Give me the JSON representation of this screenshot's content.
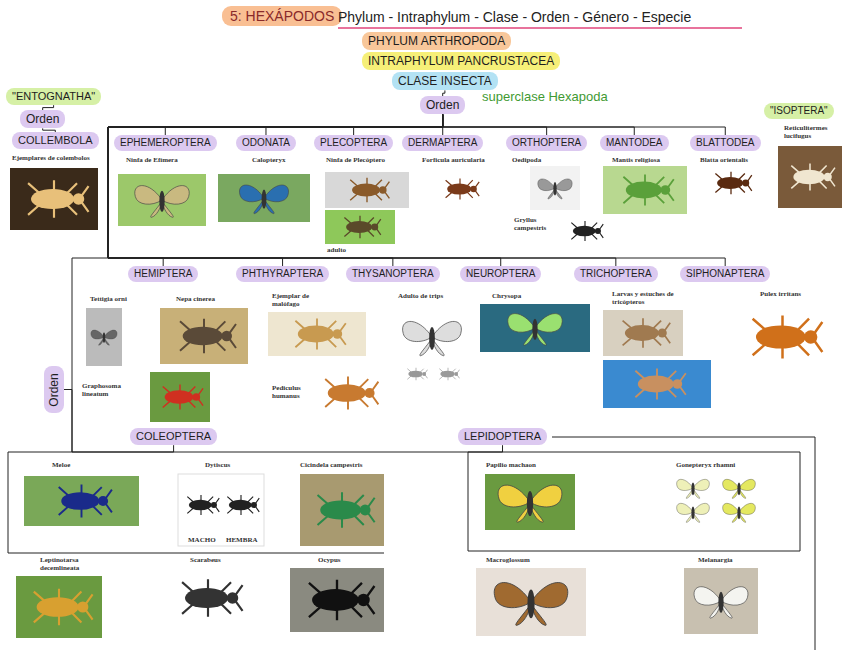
{
  "diagram": {
    "title": "5: HEXÁPODOS",
    "nodes": [
      {
        "text": [
          "PHYLUM ARTHROPODA"
        ]
      },
      {
        "text": [
          "INTRAPHYLUM PANCRUSTACEA"
        ]
      },
      {
        "text": [
          "CLASE INSECTA"
        ]
      },
      {
        "text": [
          "Orden"
        ]
      },
      {
        "text": [
          "\"ENTOGNATHA\""
        ]
      },
      {
        "text": [
          "Orden"
        ]
      },
      {
        "text": [
          "COLLEMBOLA"
        ]
      },
      {
        "text": [
          "EPHEMEROPTERA"
        ]
      },
      {
        "text": [
          "ODONATA"
        ]
      },
      {
        "text": [
          "PLECOPTERA"
        ]
      },
      {
        "text": [
          "DERMAPTERA"
        ]
      },
      {
        "text": [
          "ORTHOPTERA"
        ]
      },
      {
        "text": [
          "MANTODEA"
        ]
      },
      {
        "text": [
          "BLATTODEA"
        ]
      },
      {
        "text": [
          "\"ISOPTERA\""
        ]
      },
      {
        "text": [
          "HEMIPTERA"
        ]
      },
      {
        "text": [
          "PHTHYRAPTERA"
        ]
      },
      {
        "text": [
          "THYSANOPTERA"
        ]
      },
      {
        "text": [
          "NEUROPTERA"
        ]
      },
      {
        "text": [
          "TRICHOPTERA"
        ]
      },
      {
        "text": [
          "SIPHONAPTERA"
        ]
      },
      {
        "text": [
          "Orden"
        ]
      },
      {
        "text": [
          "COLEOPTERA"
        ]
      },
      {
        "text": [
          "LEPIDOPTERA"
        ]
      }
    ],
    "edges": [
      {
        "from": 2,
        "to": 3,
        "arrow": "none"
      },
      {
        "from": 3,
        "to": 7,
        "arrow": "none"
      },
      {
        "from": 3,
        "to": 8,
        "arrow": "none"
      },
      {
        "from": 3,
        "to": 9,
        "arrow": "none"
      },
      {
        "from": 3,
        "to": 10,
        "arrow": "none"
      },
      {
        "from": 3,
        "to": 11,
        "arrow": "none"
      },
      {
        "from": 3,
        "to": 12,
        "arrow": "none"
      },
      {
        "from": 3,
        "to": 13,
        "arrow": "none"
      },
      {
        "from": 3,
        "to": 15,
        "arrow": "none"
      },
      {
        "from": 3,
        "to": 16,
        "arrow": "none"
      },
      {
        "from": 3,
        "to": 17,
        "arrow": "none"
      },
      {
        "from": 3,
        "to": 18,
        "arrow": "none"
      },
      {
        "from": 3,
        "to": 19,
        "arrow": "none"
      },
      {
        "from": 3,
        "to": 20,
        "arrow": "none"
      },
      {
        "from": 3,
        "to": 21,
        "arrow": "none"
      },
      {
        "from": 21,
        "to": 22,
        "arrow": "none"
      },
      {
        "from": 21,
        "to": 23,
        "arrow": "none"
      },
      {
        "from": 4,
        "to": 5,
        "arrow": "none"
      },
      {
        "from": 5,
        "to": 6,
        "arrow": "none"
      }
    ],
    "labels": [
      "Phylum - Intraphylum - Clase - Orden - Género - Especie",
      "superclase Hexapoda",
      "Ejemplares de colembolos",
      "Ninfa de Efímera",
      "Calopteryx",
      "Ninfa de Plecóptero",
      "adulto",
      "Forficula auricularia",
      "Oedipoda",
      "Gryllus campestris",
      "Mantis religiosa",
      "Blatta orientalis",
      "Reticulitermes lucifugus",
      "Tettigia orni",
      "Nepa cinerea",
      "Graphosoma lineatum",
      "Ejemplar de malófago",
      "Pediculus humanus",
      "Adulto de trips",
      "Chrysopa",
      "Larvas y estuches de tricópteros",
      "Pulex irritans",
      "Meloe",
      "Dytiscus",
      "MACHO",
      "HEMBRA",
      "Cicindela campestris",
      "Leptinotarsa decemlineata",
      "Scarabeus",
      "Ocypus",
      "Papilio machaon",
      "Gonepteryx rhamni",
      "Macroglossum",
      "Melanargia"
    ]
  }
}
